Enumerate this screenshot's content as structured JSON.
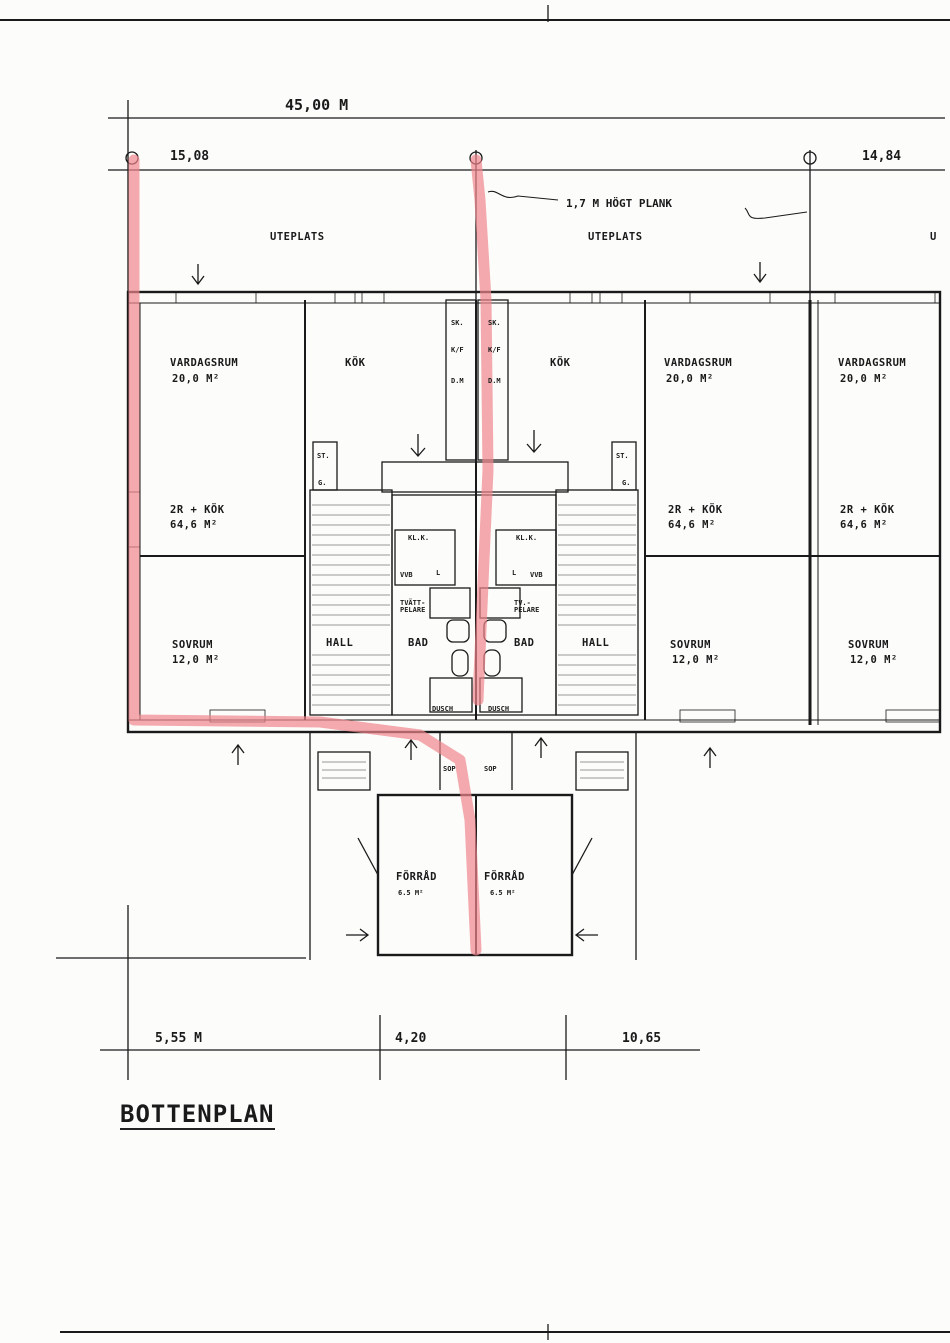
{
  "dimensions": {
    "total": "45,00 M",
    "left_unit": "15,08",
    "right_unit": "14,84",
    "bottom_left": "5,55 M",
    "bottom_mid": "4,20",
    "bottom_right": "10,65"
  },
  "fence_note": "1,7 M HÖGT PLANK",
  "patio_left": "UTEPLATS",
  "patio_right": "UTEPLATS",
  "patio_edge": "U",
  "living": {
    "name": "VARDAGSRUM",
    "area": "20,0 M²"
  },
  "kitchen": "KÖK",
  "apartment": {
    "type": "2R + KÖK",
    "area": "64,6 M²"
  },
  "bedroom": {
    "name": "SOVRUM",
    "area": "12,0 M²"
  },
  "hall": "HALL",
  "bath": "BAD",
  "closet": "KL.K.",
  "water_heater": "VVB",
  "linen": "L",
  "laundry": "TVÄTT-\nPELARE",
  "laundry_right": "TV.-\nPELARE",
  "shower": "DUSCH",
  "wardrobe": "ST.",
  "g_label": "G.",
  "sk": "SK.",
  "ksp": "K/F",
  "dm": "D.M",
  "trash": "SOP",
  "storage": {
    "name": "FÖRRÅD",
    "area": "6.5 M²"
  },
  "floor_title": "BOTTENPLAN",
  "colors": {
    "ink": "#1a1a1a",
    "highlight": "#f0868c",
    "paper": "#fcfcfa"
  }
}
